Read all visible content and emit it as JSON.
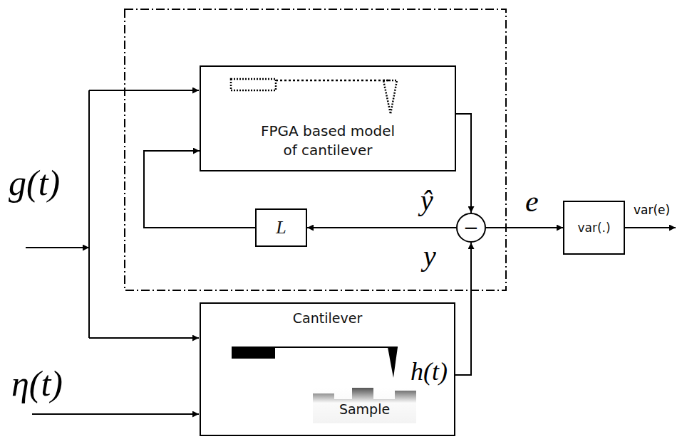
{
  "diagram": {
    "nodes": [
      {
        "text": [
          "FPGA based model of cantilever"
        ]
      },
      {
        "text": [
          "L"
        ]
      },
      {
        "text": [
          "−"
        ]
      },
      {
        "text": [
          "var(.)"
        ]
      },
      {
        "text": [
          "Cantilever"
        ]
      },
      {
        "text": [
          "Sample"
        ],
        "in": 4
      }
    ],
    "edges": [
      {
        "from": 0,
        "to": 2,
        "arrow": "to"
      },
      {
        "from": 2,
        "to": 1,
        "arrow": "to"
      },
      {
        "from": 1,
        "to": 0,
        "arrow": "to"
      },
      {
        "from": 2,
        "to": 3,
        "label": "e",
        "arrow": "to"
      },
      {
        "from": 4,
        "to": 2,
        "arrow": "to"
      }
    ],
    "labels": [
      "g(t)",
      "η(t)",
      "ŷ",
      "y",
      "var(e)",
      "h(t)"
    ]
  }
}
